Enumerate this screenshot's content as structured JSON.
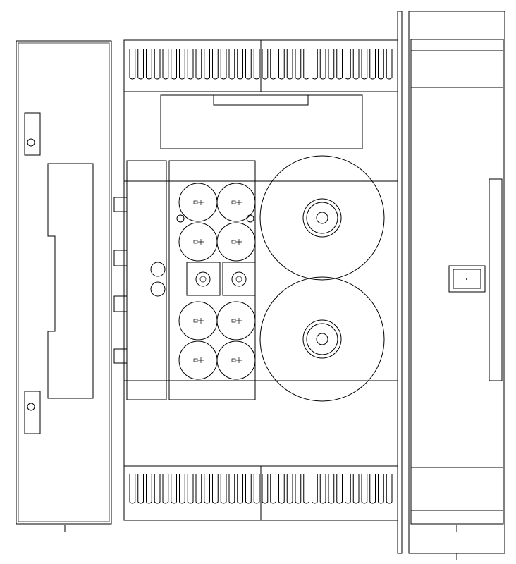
{
  "colors": {
    "line": "#000000",
    "background": "#ffffff"
  },
  "drawing": {
    "top_fin_count": 32,
    "bottom_fin_count": 32,
    "capacitor_count": 8,
    "toroid_count": 2
  }
}
